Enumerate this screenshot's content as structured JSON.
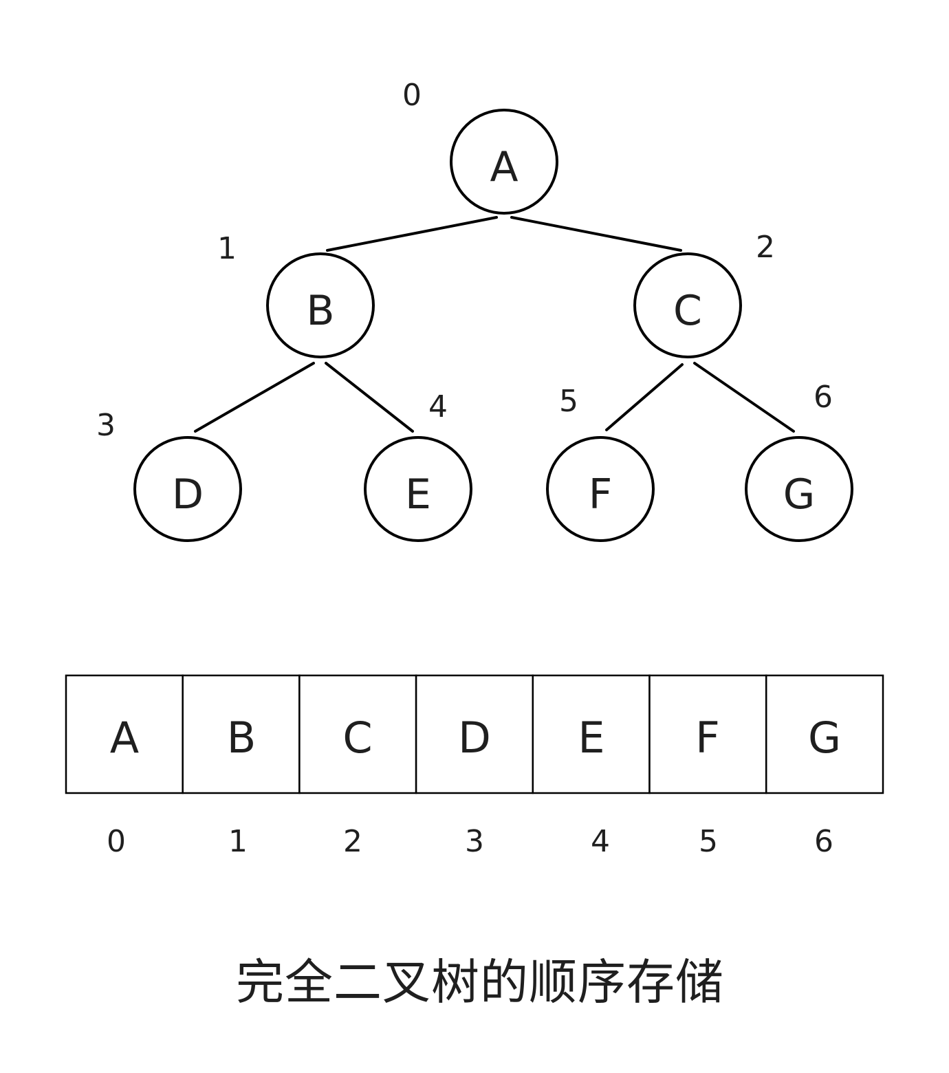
{
  "tree": {
    "nodes": [
      {
        "id": "A",
        "label": "A",
        "index": "0"
      },
      {
        "id": "B",
        "label": "B",
        "index": "1"
      },
      {
        "id": "C",
        "label": "C",
        "index": "2"
      },
      {
        "id": "D",
        "label": "D",
        "index": "3"
      },
      {
        "id": "E",
        "label": "E",
        "index": "4"
      },
      {
        "id": "F",
        "label": "F",
        "index": "5"
      },
      {
        "id": "G",
        "label": "G",
        "index": "6"
      }
    ],
    "edges": [
      {
        "from": "A",
        "to": "B"
      },
      {
        "from": "A",
        "to": "C"
      },
      {
        "from": "B",
        "to": "D"
      },
      {
        "from": "B",
        "to": "E"
      },
      {
        "from": "C",
        "to": "F"
      },
      {
        "from": "C",
        "to": "G"
      }
    ]
  },
  "array": {
    "cells": [
      "A",
      "B",
      "C",
      "D",
      "E",
      "F",
      "G"
    ],
    "indices": [
      "0",
      "1",
      "2",
      "3",
      "4",
      "5",
      "6"
    ]
  },
  "caption": "完全二叉树的顺序存储"
}
